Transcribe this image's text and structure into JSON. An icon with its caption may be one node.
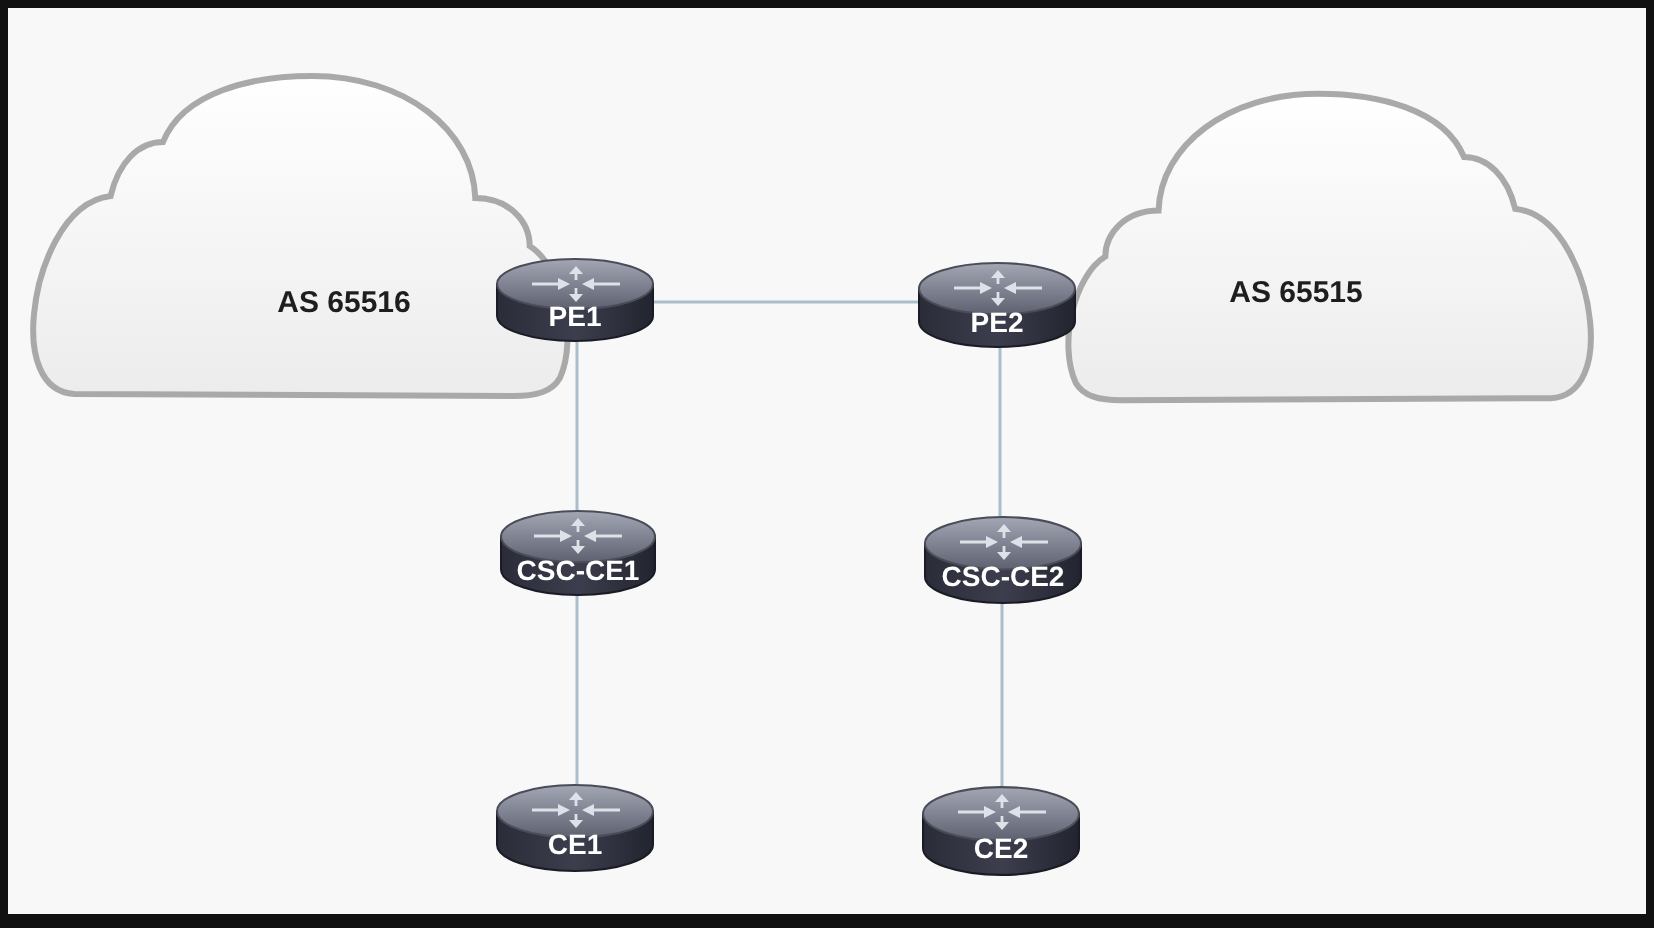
{
  "diagram": {
    "nodes": [
      {
        "text": [
          "AS 65516"
        ]
      },
      {
        "text": [
          "PE1"
        ]
      },
      {
        "text": [
          "PE2"
        ]
      },
      {
        "text": [
          "AS 65515"
        ]
      },
      {
        "text": [
          "CSC-CE1"
        ]
      },
      {
        "text": [
          "CSC-CE2"
        ]
      },
      {
        "text": [
          "CE1"
        ]
      },
      {
        "text": [
          "CE2"
        ]
      }
    ],
    "edges": [
      {
        "from": 1,
        "to": 2,
        "arrow": "none"
      },
      {
        "from": 1,
        "to": 4,
        "arrow": "none"
      },
      {
        "from": 4,
        "to": 6,
        "arrow": "none"
      },
      {
        "from": 2,
        "to": 5,
        "arrow": "none"
      },
      {
        "from": 5,
        "to": 7,
        "arrow": "none"
      }
    ]
  }
}
